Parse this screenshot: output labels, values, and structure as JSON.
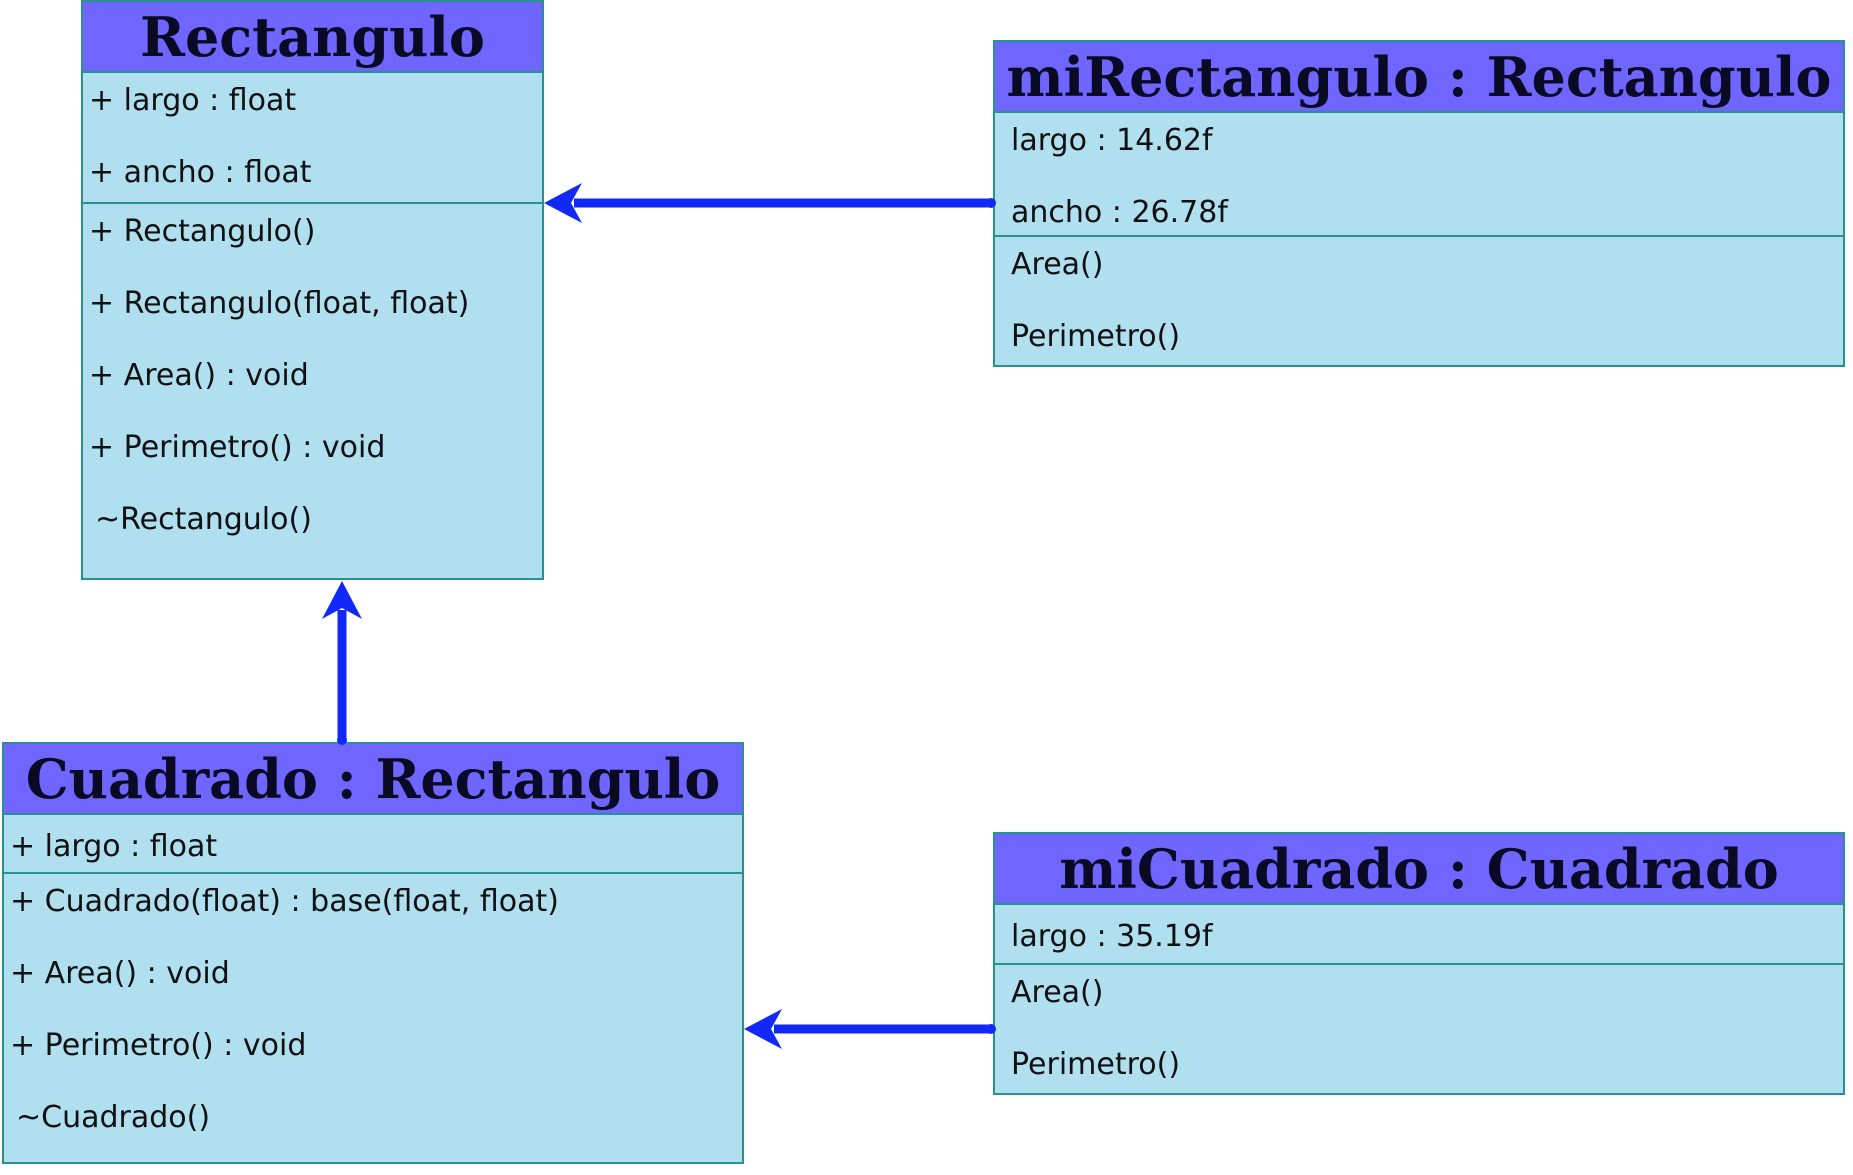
{
  "colors": {
    "header": "#6e66ff",
    "body": "#b0dff0",
    "border": "#2a9191",
    "arrow": "#1228f7"
  },
  "classes": {
    "rectangulo": {
      "title": "Rectangulo",
      "attributes": [
        "+ largo : float",
        "+ ancho : float"
      ],
      "methods": [
        "+ Rectangulo()",
        "+ Rectangulo(float, float)",
        "+ Area() : void",
        "+ Perimetro() : void",
        " ~Rectangulo()"
      ]
    },
    "cuadrado": {
      "title": "Cuadrado : Rectangulo",
      "attributes": [
        "+ largo : float"
      ],
      "methods": [
        "+ Cuadrado(float) : base(float, float)",
        "+ Area() : void",
        "+ Perimetro() : void",
        " ~Cuadrado()"
      ]
    }
  },
  "instances": {
    "mi_rectangulo": {
      "title": "miRectangulo : Rectangulo",
      "attributes": [
        "largo : 14.62f",
        "ancho : 26.78f"
      ],
      "methods": [
        "Area()",
        "Perimetro()"
      ]
    },
    "mi_cuadrado": {
      "title": "miCuadrado : Cuadrado",
      "attributes": [
        "largo : 35.19f"
      ],
      "methods": [
        "Area()",
        "Perimetro()"
      ]
    }
  },
  "connectors": [
    {
      "from": "miRectangulo : Rectangulo",
      "to": "Rectangulo"
    },
    {
      "from": "Cuadrado : Rectangulo",
      "to": "Rectangulo"
    },
    {
      "from": "miCuadrado : Cuadrado",
      "to": "Cuadrado : Rectangulo"
    }
  ]
}
